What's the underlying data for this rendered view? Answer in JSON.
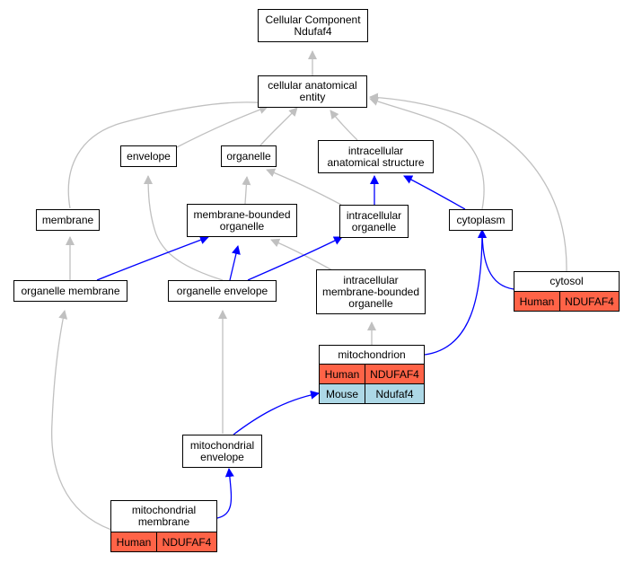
{
  "colors": {
    "is_a_edge": "#c0c0c0",
    "part_of_edge": "#0000ff",
    "human_row": "#ff6347",
    "mouse_row": "#add8e6"
  },
  "nodes": {
    "cc_root": "Cellular Component\nNdufaf4",
    "cellular_anatomical_entity": "cellular anatomical\nentity",
    "envelope": "envelope",
    "organelle": "organelle",
    "intracellular_anatomical_structure": "intracellular\nanatomical structure",
    "membrane": "membrane",
    "membrane_bounded_organelle": "membrane-bounded\norganelle",
    "intracellular_organelle": "intracellular\norganelle",
    "cytoplasm": "cytoplasm",
    "organelle_membrane": "organelle membrane",
    "organelle_envelope": "organelle envelope",
    "intracellular_membrane_bounded_organelle": "intracellular\nmembrane-bounded\norganelle",
    "cytosol": {
      "label": "cytosol",
      "rows": [
        {
          "species": "Human",
          "gene": "NDUFAF4"
        }
      ]
    },
    "mitochondrion": {
      "label": "mitochondrion",
      "rows": [
        {
          "species": "Human",
          "gene": "NDUFAF4"
        },
        {
          "species": "Mouse",
          "gene": "Ndufaf4"
        }
      ]
    },
    "mitochondrial_envelope": "mitochondrial\nenvelope",
    "mitochondrial_membrane": {
      "label": "mitochondrial\nmembrane",
      "rows": [
        {
          "species": "Human",
          "gene": "NDUFAF4"
        }
      ]
    }
  }
}
